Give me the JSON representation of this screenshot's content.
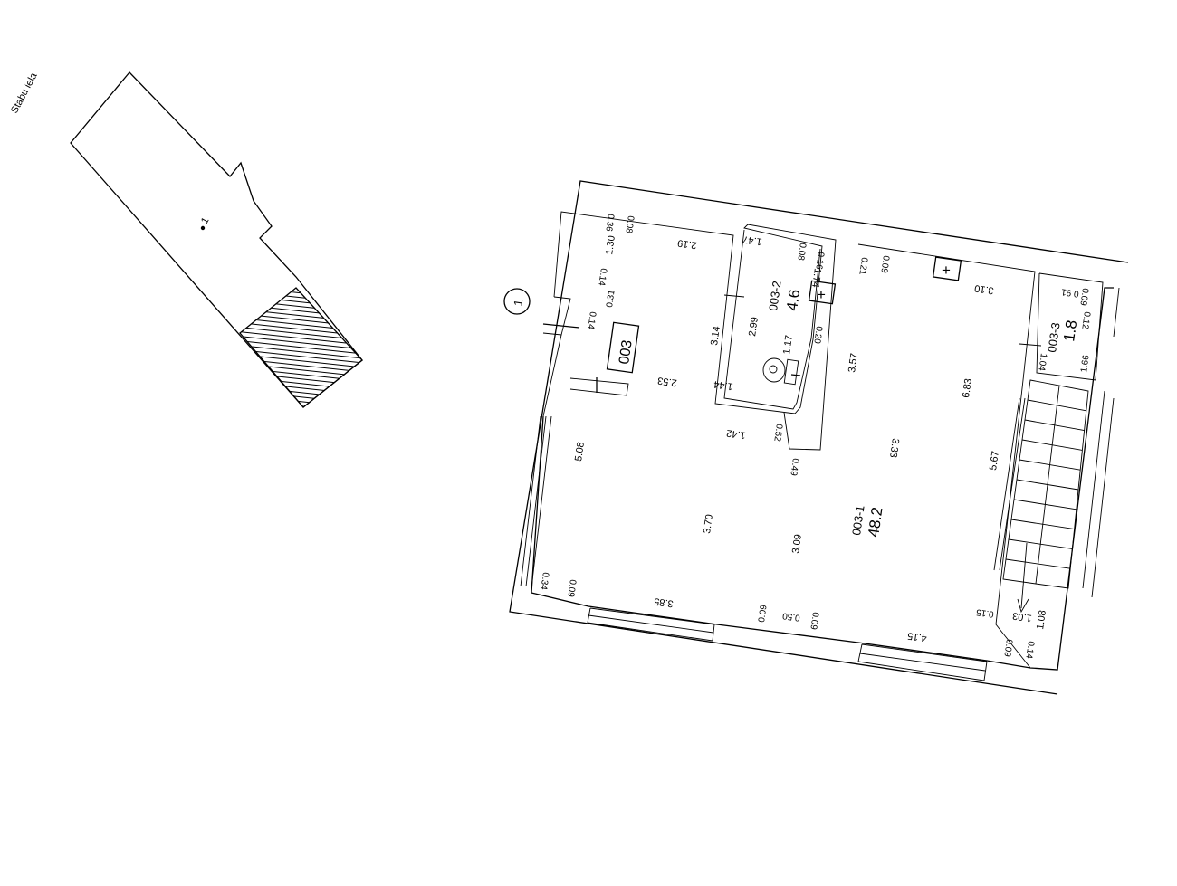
{
  "site_plan": {
    "street_label": "Stabu iela",
    "building_number": "1"
  },
  "floor_plan": {
    "floor_marker": "1",
    "unit_code": "003",
    "rooms": [
      {
        "code": "003-1",
        "area": "48.2"
      },
      {
        "code": "003-2",
        "area": "4.6"
      },
      {
        "code": "003-3",
        "area": "1.8"
      }
    ],
    "dimensions": {
      "d_036": "0.36",
      "d_008a": "0.08",
      "d_219": "2.19",
      "d_130": "1.30",
      "d_014a": "0.14",
      "d_031": "0.31",
      "d_014b": "0.14",
      "d_253": "2.53",
      "d_314": "3.14",
      "d_299": "2.99",
      "d_147": "1.47",
      "d_008b": "0.08",
      "d_016": "0.16",
      "d_174": "1.74",
      "d_117": "1.17",
      "d_020": "0.20",
      "d_144": "1.44",
      "d_142": "1.42",
      "d_052": "0.52",
      "d_049": "0.49",
      "d_021": "0.21",
      "d_009a": "0.09",
      "d_310": "3.10",
      "d_357": "3.57",
      "d_683": "6.83",
      "d_333": "3.33",
      "d_567": "5.67",
      "d_091": "0.91",
      "d_009b": "0.09",
      "d_012": "0.12",
      "d_104": "1.04",
      "d_166": "1.66",
      "d_508": "5.08",
      "d_370": "3.70",
      "d_309": "3.09",
      "d_034": "0.34",
      "d_009c": "0.09",
      "d_385": "3.85",
      "d_009d": "0.09",
      "d_050": "0.50",
      "d_009e": "0.09",
      "d_415": "4.15",
      "d_015": "0.15",
      "d_103": "1.03",
      "d_108": "1.08",
      "d_014c": "0.14",
      "d_009f": "0.09"
    }
  }
}
